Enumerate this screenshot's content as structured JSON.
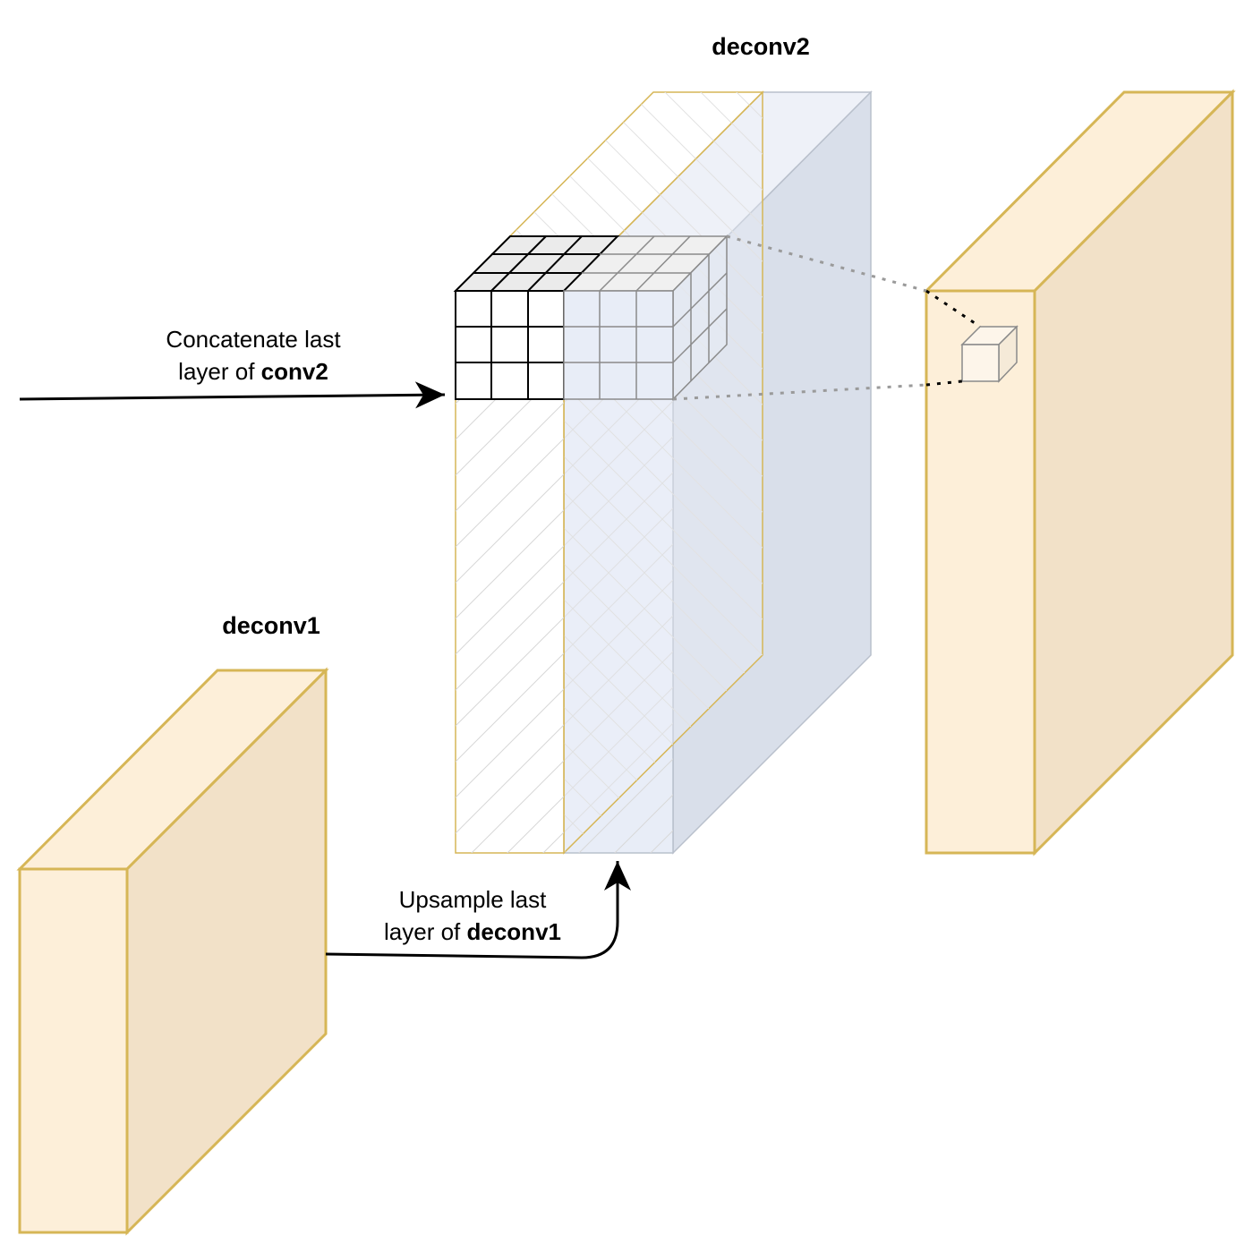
{
  "labels": {
    "deconv2_title": "deconv2",
    "deconv1_title": "deconv1",
    "concat": {
      "line1": "Concatenate last",
      "line2_prefix": "layer of ",
      "line2_bold": "conv2"
    },
    "upsample": {
      "line1": "Upsample last",
      "line2_prefix": "layer of ",
      "line2_bold": "deconv1"
    }
  },
  "colors": {
    "orange_stroke": "#d6b656",
    "orange_fill": "#fdefd9",
    "orange_side": "#f2e1c8",
    "blue_fill": "#e8edf7",
    "blue_side": "#d9dfea",
    "blue_stroke": "#b9c0cc",
    "grid_dark": "#000000",
    "grid_gray": "#8a8a8a"
  }
}
